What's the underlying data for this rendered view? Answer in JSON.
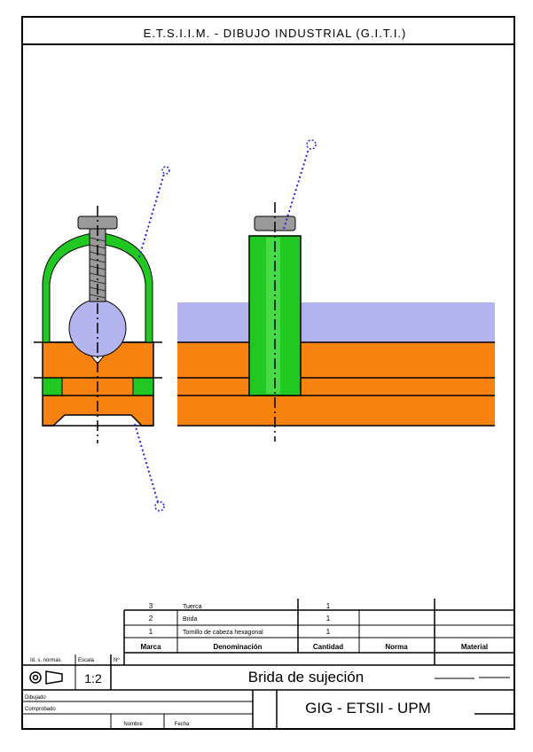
{
  "header": {
    "title": "E.T.S.I.I.M. - DIBUJO INDUSTRIAL (G.I.T.I.)"
  },
  "parts_list": {
    "rows": [
      {
        "mark": "3",
        "designation": "Tuerca",
        "quantity": "1",
        "standard": "",
        "material": ""
      },
      {
        "mark": "2",
        "designation": "Brida",
        "quantity": "1",
        "standard": "",
        "material": ""
      },
      {
        "mark": "1",
        "designation": "Tornillo de cabeza hexagonal",
        "quantity": "1",
        "standard": "",
        "material": ""
      }
    ],
    "headers": {
      "mark": "Marca",
      "designation": "Denominación",
      "quantity": "Cantidad",
      "standard": "Norma",
      "material": "Material"
    }
  },
  "title_block": {
    "scale_label": "Escala",
    "scale_value": "1:2",
    "drawing_title": "Brida de sujeción",
    "organization": "GIG - ETSII - UPM",
    "labels": {
      "drawn": "Dibujado",
      "checked": "Comprobado",
      "id": "Id. s. normas",
      "name": "Nombre",
      "date": "Fecha",
      "number": "Nº"
    }
  },
  "colors": {
    "border": "#000000",
    "steel_orange": "#f7820f",
    "flange_green": "#22c822",
    "plate_lavender": "#b4b4ee",
    "bolt_gray": "#9a9a9a",
    "leader_blue": "#2222dd"
  },
  "icons": {
    "projection_symbol": "first-angle-projection-icon"
  }
}
